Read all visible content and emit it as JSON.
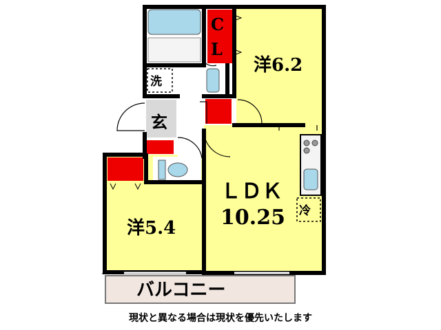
{
  "rooms": {
    "western_top": "洋6.2",
    "western_bottom": "洋5.4",
    "ldk_line1": "ＬＤＫ",
    "ldk_line2": "10.25",
    "closet_c": "C",
    "closet_l": "L",
    "entrance": "玄",
    "washroom": "洗",
    "refrigerator": "冷",
    "balcony": "バルコニー"
  },
  "note": "現状と異なる場合は現状を優先いたします",
  "colors": {
    "room_fill": "#ffff99",
    "wet_fill": "#ffffff",
    "storage": "#ee0000",
    "wall": "#000000",
    "fixture": "#a8d8ea",
    "balcony_fill": "#f2e6e0",
    "gray_floor": "#d9d9d9"
  }
}
